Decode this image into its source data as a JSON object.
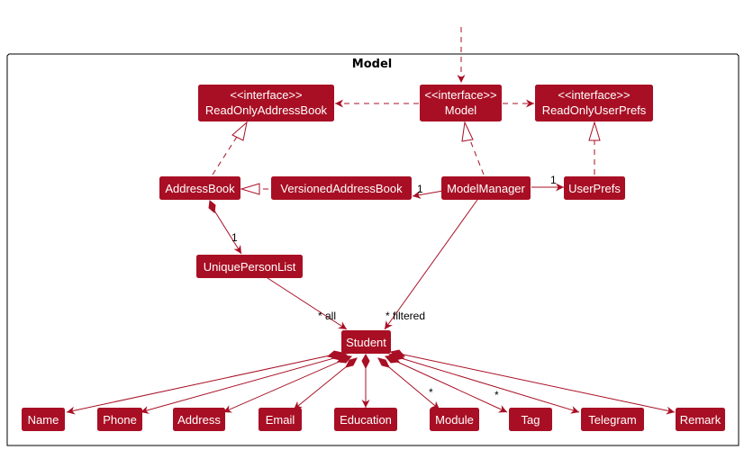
{
  "package": {
    "title": "Model"
  },
  "colors": {
    "node_fill": "#A80F24",
    "node_text": "#FFFFFF",
    "edge": "#A80F24",
    "package_border": "#000000"
  },
  "nodes": {
    "read_only_address_book": {
      "line1": "<<interface>>",
      "line2": "ReadOnlyAddressBook"
    },
    "model": {
      "line1": "<<interface>>",
      "line2": "Model"
    },
    "read_only_user_prefs": {
      "line1": "<<interface>>",
      "line2": "ReadOnlyUserPrefs"
    },
    "address_book": {
      "label": "AddressBook"
    },
    "versioned_address_book": {
      "label": "VersionedAddressBook"
    },
    "model_manager": {
      "label": "ModelManager"
    },
    "user_prefs": {
      "label": "UserPrefs"
    },
    "unique_person_list": {
      "label": "UniquePersonList"
    },
    "student": {
      "label": "Student"
    },
    "name": {
      "label": "Name"
    },
    "phone": {
      "label": "Phone"
    },
    "address": {
      "label": "Address"
    },
    "email": {
      "label": "Email"
    },
    "education": {
      "label": "Education"
    },
    "module": {
      "label": "Module"
    },
    "tag": {
      "label": "Tag"
    },
    "telegram": {
      "label": "Telegram"
    },
    "remark": {
      "label": "Remark"
    }
  },
  "edge_labels": {
    "mm_to_versioned": "1",
    "mm_to_userprefs": "1",
    "ab_to_upl": "1",
    "upl_to_student": "* all",
    "mm_to_student": "* filtered",
    "student_to_module": "*",
    "student_to_tag": "*"
  }
}
